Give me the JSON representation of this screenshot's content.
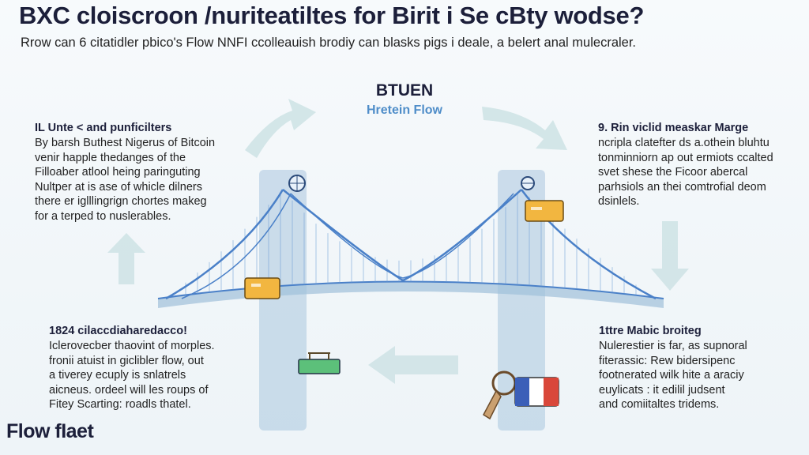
{
  "header": {
    "title": "BXC cloiscroon /nuriteatiltes for Birit i Se cBty wodse?",
    "subtitle": "Rrow can 6 citatidler pbico's Flow NNFI ccolleauish brodiy can blasks pigs i deale, a belert anal mulecraler."
  },
  "center": {
    "title": "BTUEN",
    "subtitle": "Hretein Flow"
  },
  "blocks": {
    "top_left": {
      "heading": "IL Unte < and punficilters",
      "lines": [
        "By barsh Buthest Nigerus of Bitcoin",
        "venir happle thedanges of the",
        "Filloaber atlool heing paringuting",
        "Nultper at is ase of whicle dilners",
        "there er iglllingrign chortes makeg",
        "for a terped to nuslerables."
      ]
    },
    "top_right": {
      "heading": "9. Rin viclid measkar Marge",
      "lines": [
        "ncripla clatefter ds a.othein bluhtu",
        "tonminniorn ap out ermiots ccalted",
        "svet shese the Ficoor abercal",
        "parhsiols an thei comtrofial deom",
        "dsinlels."
      ]
    },
    "bottom_left": {
      "heading": "1824 cilaccdiaharedacco!",
      "lines": [
        "Iclerovecber thaovint of morples.",
        "fronii atuist in giclibler flow, out",
        "a tiverey ecuply is snlatrels",
        "aicneus. ordeel will les roups of",
        "Fitey Scarting: roadls thatel."
      ]
    },
    "bottom_right": {
      "heading": "1ttre Mabic broiteg",
      "lines": [
        "Nulerestier is far, as supnoral",
        "fiterassic: Rew bidersipenc",
        "footnerated wilk hite a araciy",
        "euylicats : it edilil judsent",
        "and comiitaltes tridems."
      ]
    }
  },
  "footer": {
    "logo": "Flow fIaet"
  },
  "colors": {
    "navy": "#1c1f3a",
    "accent_blue": "#4f8dc9",
    "arrow_teal": "#cfe3e6",
    "tower": "#a9c7de",
    "cable": "#4a80c8",
    "chip_orange": "#f2b640",
    "chip_green": "#5cc07a"
  }
}
